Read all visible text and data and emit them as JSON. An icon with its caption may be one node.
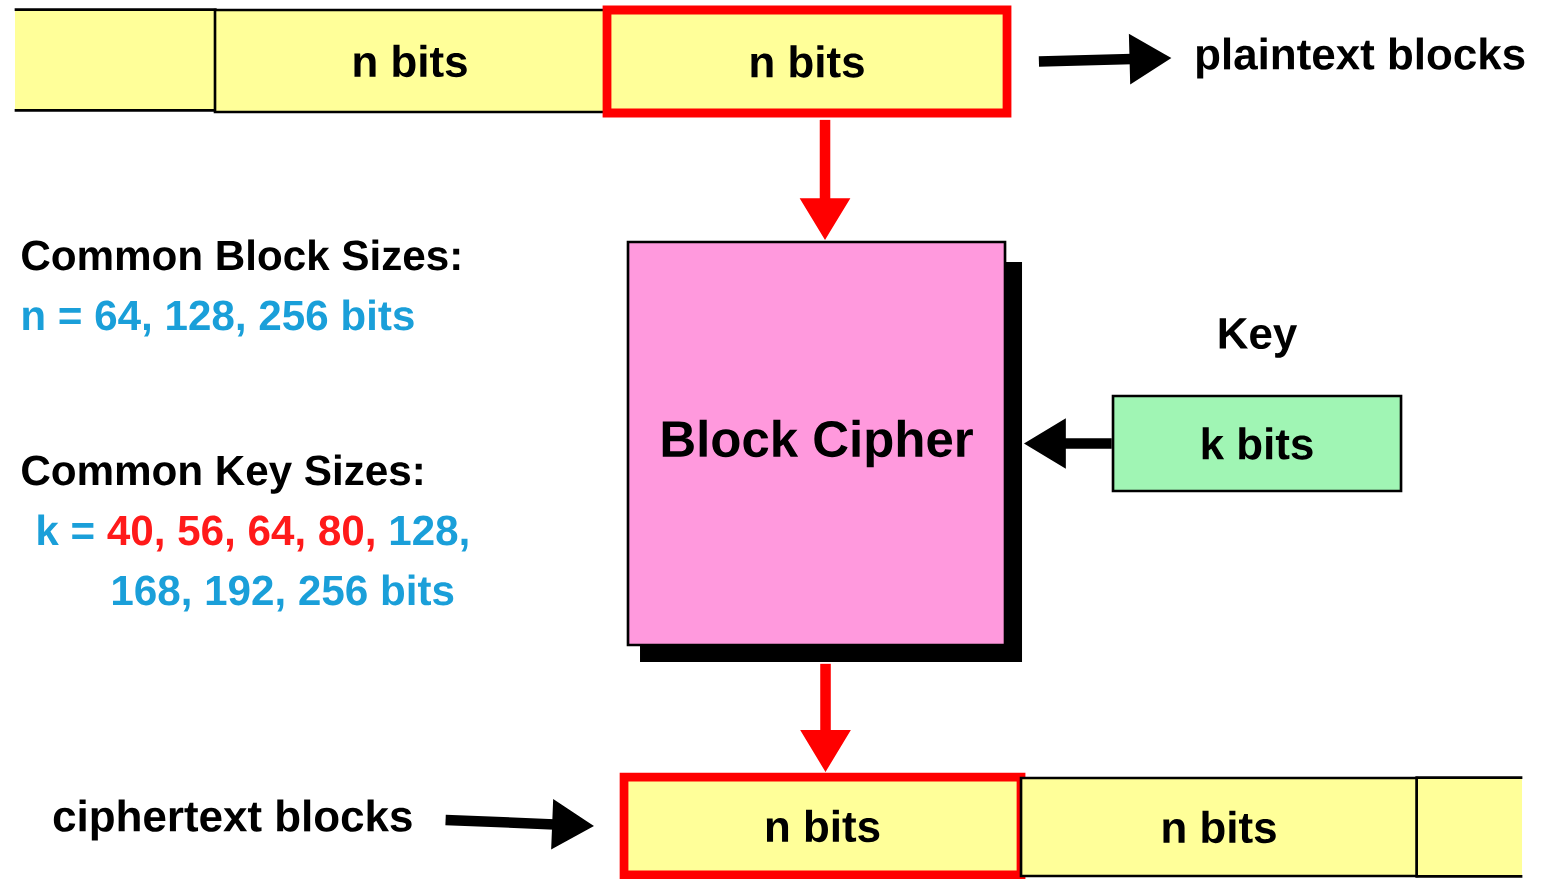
{
  "diagram": {
    "nodes": [
      {
        "text": [],
        "shape": "box"
      },
      {
        "text": [
          "n bits"
        ]
      },
      {
        "text": [
          "n bits"
        ]
      },
      {
        "text": [
          "plaintext blocks"
        ]
      },
      {
        "text": [
          "Block Cipher"
        ]
      },
      {
        "text": [
          "Key",
          "k bits"
        ]
      },
      {
        "text": [
          "ciphertext blocks"
        ]
      },
      {
        "text": [
          "n bits"
        ]
      },
      {
        "text": [
          "n bits"
        ]
      },
      {
        "text": [],
        "shape": "box"
      }
    ],
    "edges": [
      {
        "from": 2,
        "to": 3,
        "arrow": "to"
      },
      {
        "from": 2,
        "to": 4,
        "arrow": "to",
        "color": "#ff0000"
      },
      {
        "from": 5,
        "to": 4,
        "arrow": "to"
      },
      {
        "from": 4,
        "to": 7,
        "arrow": "to",
        "color": "#ff0000"
      },
      {
        "from": 6,
        "to": 7,
        "arrow": "to"
      }
    ],
    "labels": [
      "Common Block Sizes:",
      "n = 64, 128, 256 bits",
      "Common Key Sizes:",
      "k =",
      "40, 56, 64, 80,",
      "128,",
      "168, 192, 256 bits"
    ]
  }
}
